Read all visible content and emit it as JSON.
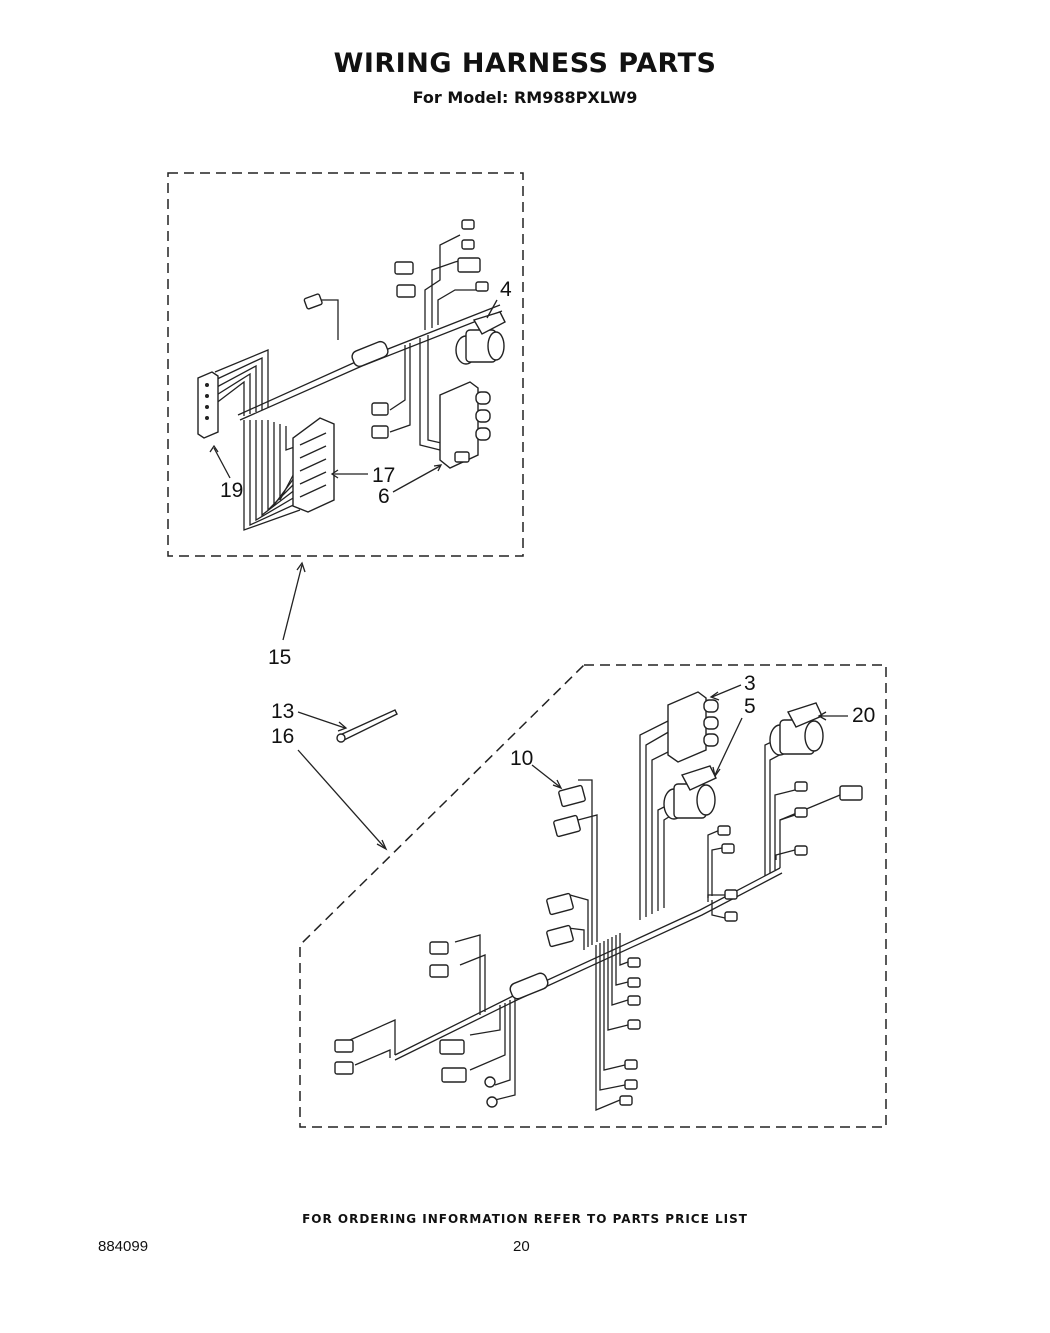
{
  "header": {
    "title": "WIRING HARNESS PARTS",
    "subtitle": "For Model: RM988PXLW9"
  },
  "callouts": {
    "c4": "4",
    "c19": "19",
    "c17": "17",
    "c6": "6",
    "c15": "15",
    "c13": "13",
    "c16": "16",
    "c10": "10",
    "c3": "3",
    "c5": "5",
    "c20": "20"
  },
  "footer": {
    "note": "FOR ORDERING INFORMATION REFER TO PARTS PRICE LIST",
    "doc_number": "884099",
    "page_number": "20"
  }
}
